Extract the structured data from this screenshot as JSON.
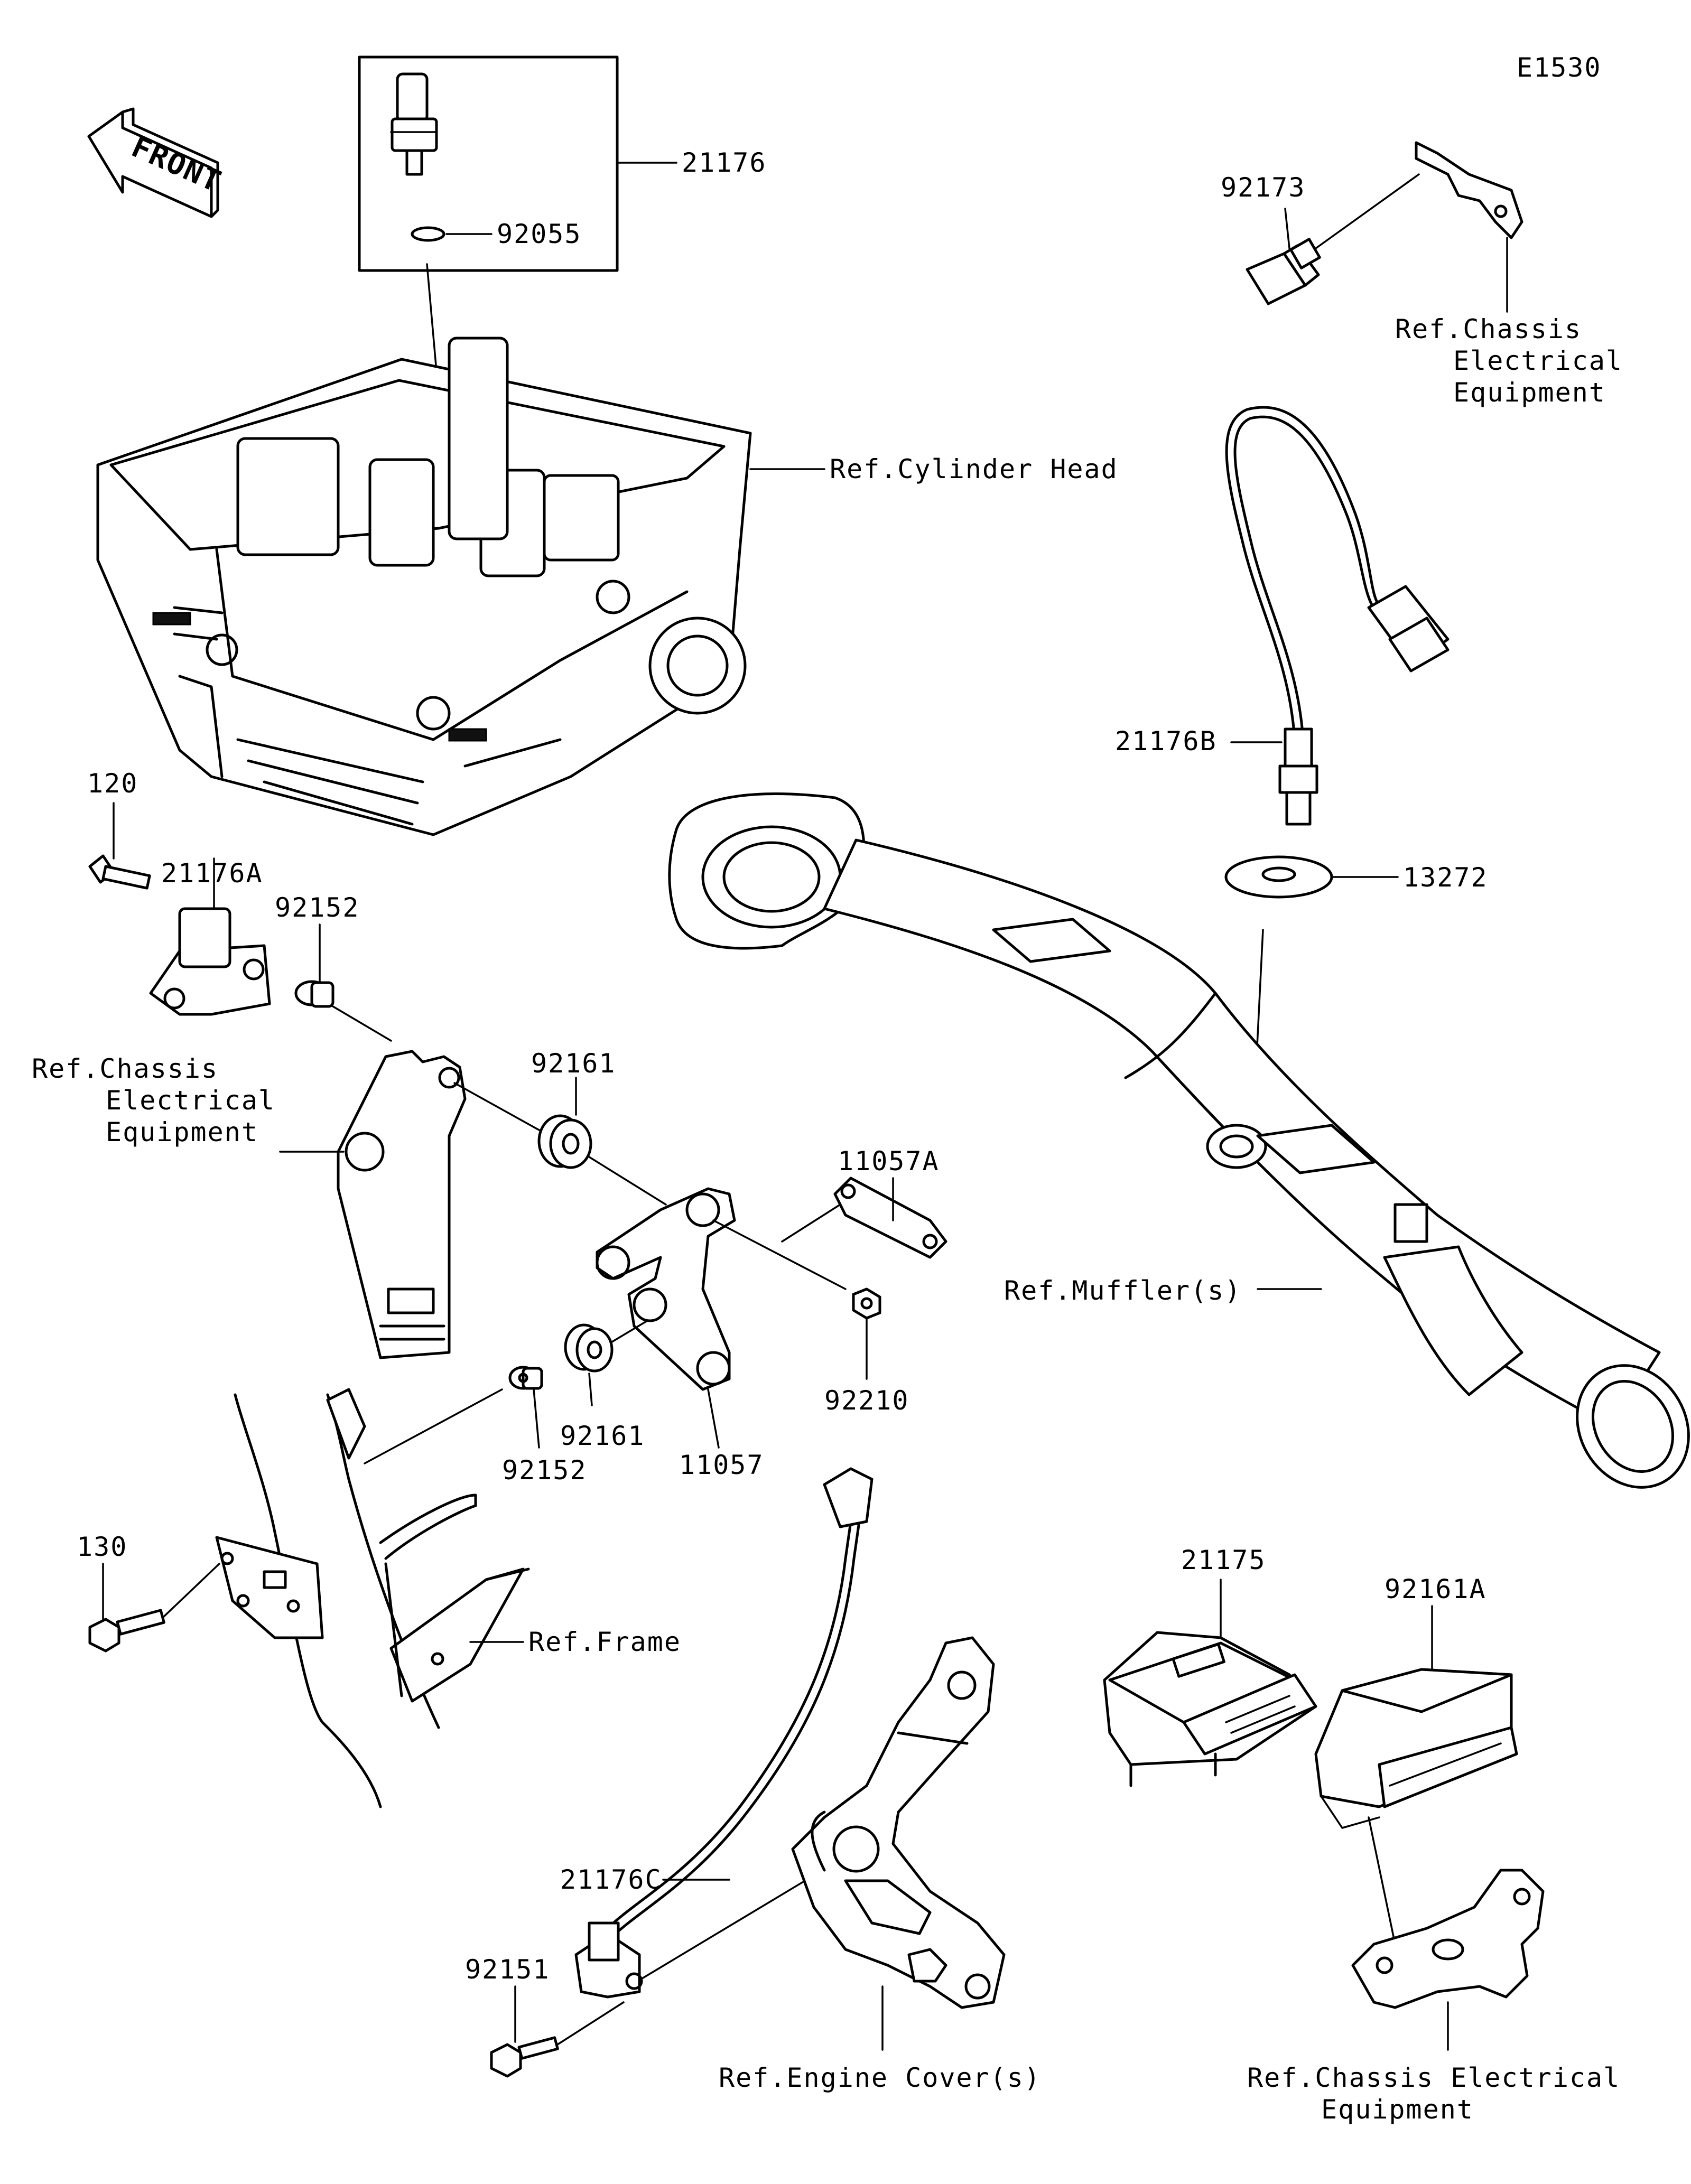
{
  "diagram": {
    "code": "E1530",
    "front_label": "FRONT",
    "parts": [
      {
        "id": "p21176",
        "number": "21176"
      },
      {
        "id": "p92055",
        "number": "92055"
      },
      {
        "id": "p92173",
        "number": "92173"
      },
      {
        "id": "p21176B",
        "number": "21176B"
      },
      {
        "id": "p13272",
        "number": "13272"
      },
      {
        "id": "p120",
        "number": "120"
      },
      {
        "id": "p21176A",
        "number": "21176A"
      },
      {
        "id": "p92152a",
        "number": "92152"
      },
      {
        "id": "p92161a",
        "number": "92161"
      },
      {
        "id": "p11057A",
        "number": "11057A"
      },
      {
        "id": "p92210",
        "number": "92210"
      },
      {
        "id": "p92152b",
        "number": "92152"
      },
      {
        "id": "p92161b",
        "number": "92161"
      },
      {
        "id": "p11057",
        "number": "11057"
      },
      {
        "id": "p130",
        "number": "130"
      },
      {
        "id": "p21175",
        "number": "21175"
      },
      {
        "id": "p92161A",
        "number": "92161A"
      },
      {
        "id": "p21176C",
        "number": "21176C"
      },
      {
        "id": "p92151",
        "number": "92151"
      }
    ],
    "references": {
      "cylinder_head": "Ref.Cylinder Head",
      "chassis_top": [
        "Ref.Chassis",
        "Electrical",
        "Equipment"
      ],
      "chassis_left": [
        "Ref.Chassis",
        "Electrical",
        "Equipment"
      ],
      "mufflers": "Ref.Muffler(s)",
      "frame": "Ref.Frame",
      "engine_cover": "Ref.Engine Cover(s)",
      "chassis_bottom": [
        "Ref.Chassis Electrical",
        "Equipment"
      ]
    }
  }
}
